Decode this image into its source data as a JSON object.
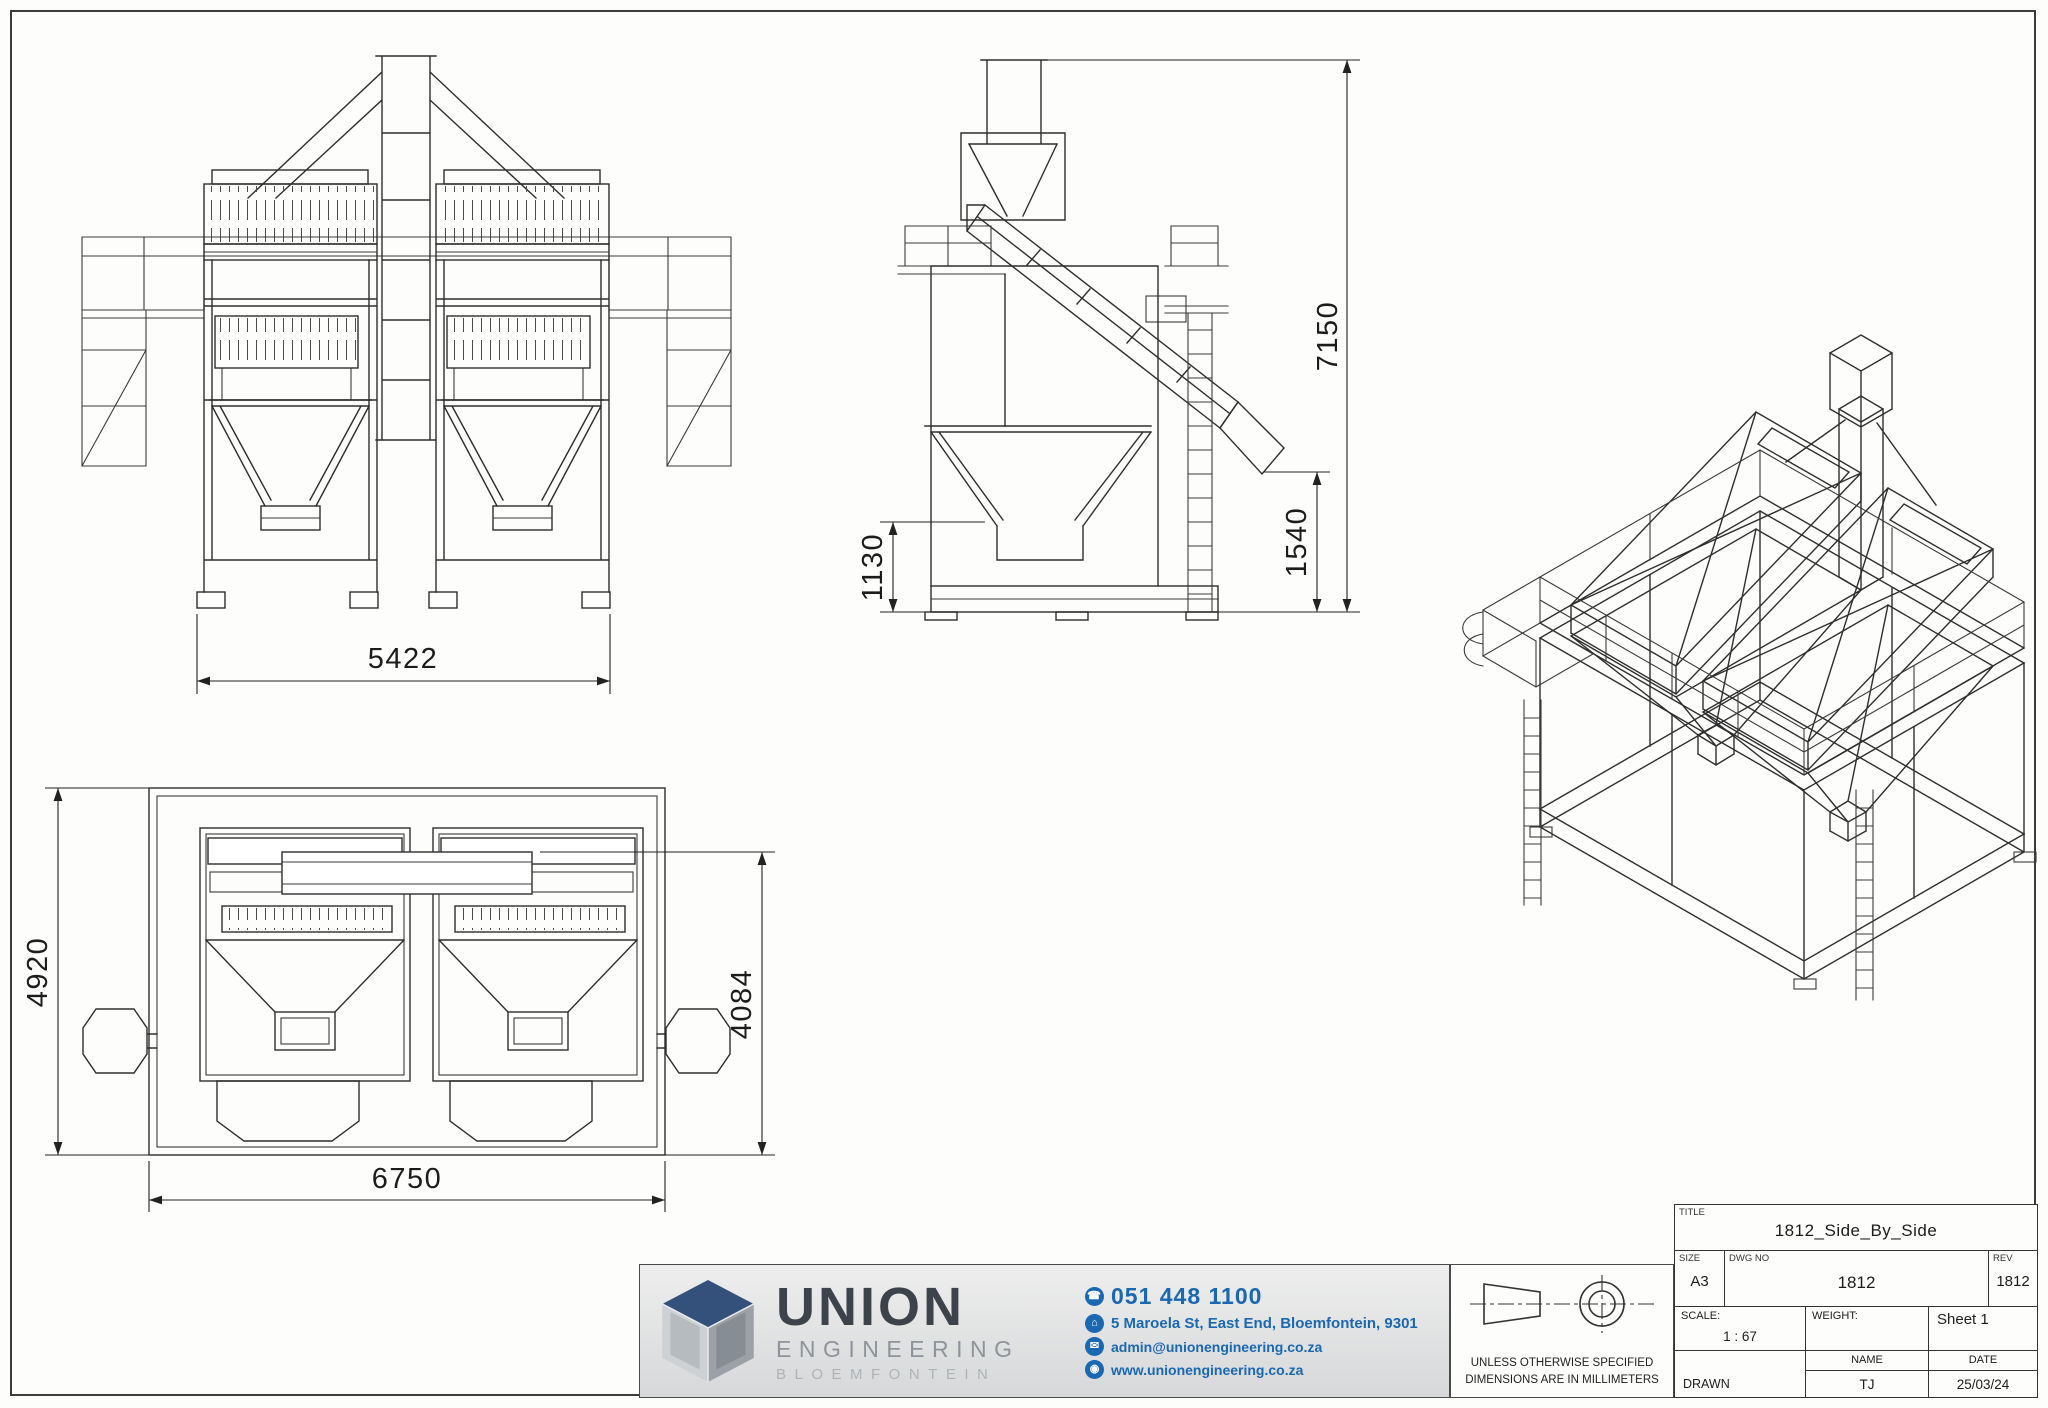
{
  "dims": {
    "front_width": "5422",
    "side_height": "7150",
    "side_base": "1130",
    "side_discharge": "1540",
    "plan_depth": "4920",
    "plan_inner": "4084",
    "plan_width": "6750"
  },
  "company": {
    "name": "UNION",
    "division": "ENGINEERING",
    "city": "BLOEMFONTEIN",
    "phone": "051 448 1100",
    "address": "5 Maroela St, East End, Bloemfontein, 9301",
    "email": "admin@unionengineering.co.za",
    "website": "www.unionengineering.co.za"
  },
  "notes": {
    "line1": "UNLESS OTHERWISE SPECIFIED",
    "line2": "DIMENSIONS ARE IN MILLIMETERS"
  },
  "title_block": {
    "title_label": "TITLE",
    "title": "1812_Side_By_Side",
    "size_label": "SIZE",
    "size": "A3",
    "dwg_label": "DWG NO",
    "dwg_no": "1812",
    "rev_label": "REV",
    "rev": "1812",
    "scale_label": "SCALE:",
    "scale_value": "1 : 67",
    "weight_label": "WEIGHT:",
    "sheet": "Sheet 1",
    "name_label": "NAME",
    "date_label": "DATE",
    "drawn_label": "DRAWN",
    "drawn_name": "TJ",
    "drawn_date": "25/03/24"
  }
}
